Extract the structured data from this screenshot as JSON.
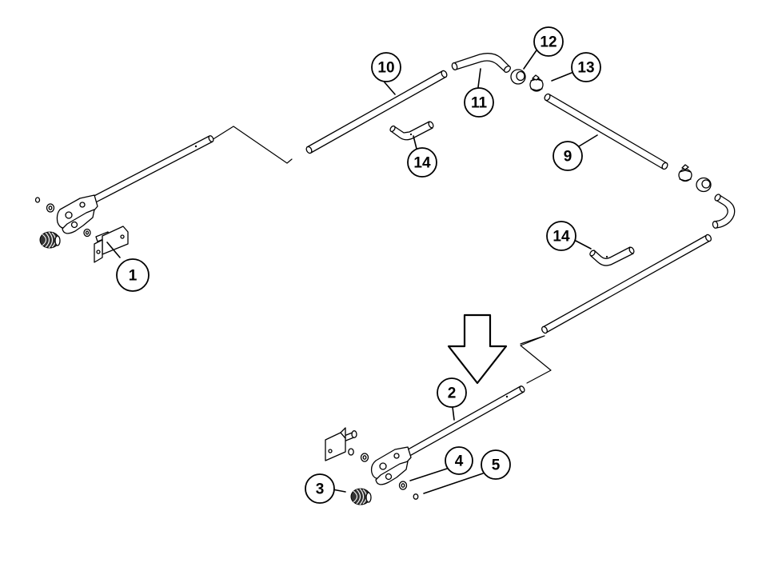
{
  "diagram": {
    "callouts": [
      {
        "id": "c1",
        "label": "1"
      },
      {
        "id": "c2",
        "label": "2"
      },
      {
        "id": "c3",
        "label": "3"
      },
      {
        "id": "c4",
        "label": "4"
      },
      {
        "id": "c5",
        "label": "5"
      },
      {
        "id": "c9",
        "label": "9"
      },
      {
        "id": "c10",
        "label": "10"
      },
      {
        "id": "c11",
        "label": "11"
      },
      {
        "id": "c12",
        "label": "12"
      },
      {
        "id": "c13",
        "label": "13"
      },
      {
        "id": "c14a",
        "label": "14"
      },
      {
        "id": "c14b",
        "label": "14"
      }
    ]
  }
}
